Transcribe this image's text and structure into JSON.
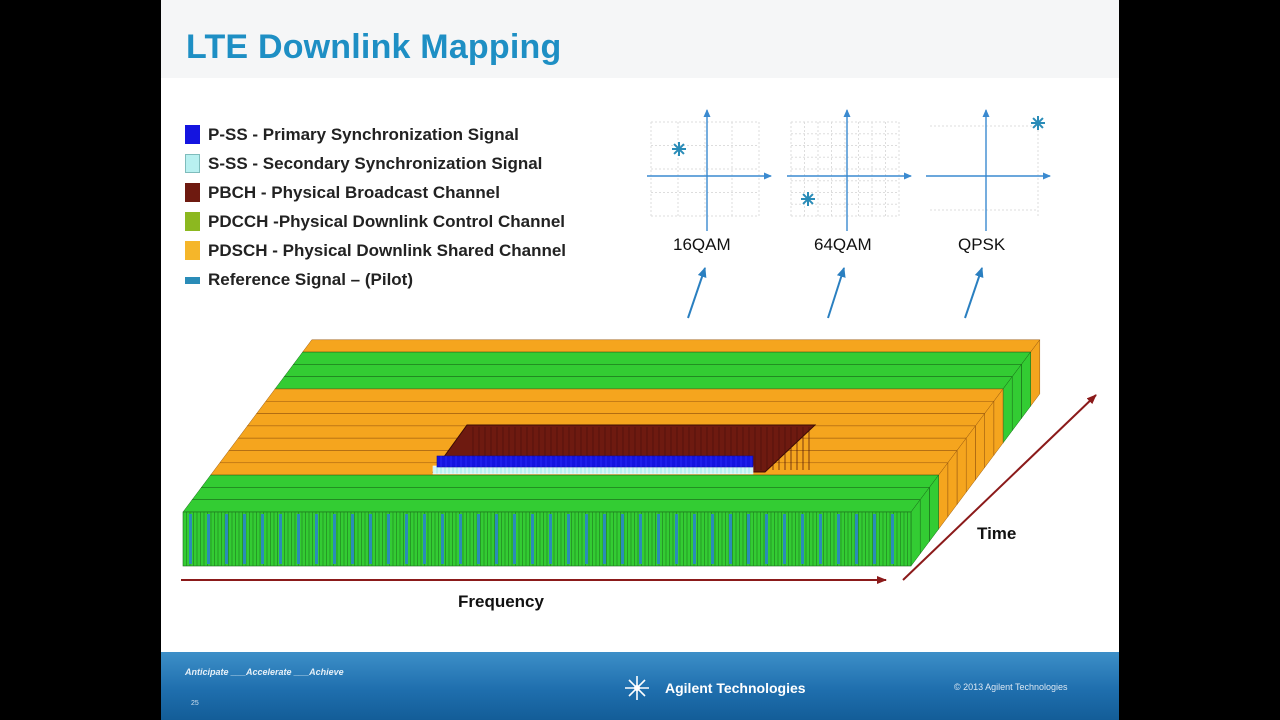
{
  "title": "LTE Downlink Mapping",
  "legend": [
    {
      "label": "P-SS - Primary Synchronization Signal",
      "color": "#1414e0",
      "style": "box"
    },
    {
      "label": "S-SS - Secondary Synchronization Signal",
      "color": "#b8f0f0",
      "style": "box"
    },
    {
      "label": "PBCH - Physical Broadcast Channel",
      "color": "#6e1a10",
      "style": "box"
    },
    {
      "label": "PDCCH -Physical Downlink Control Channel",
      "color": "#8cb820",
      "style": "box"
    },
    {
      "label": "PDSCH - Physical Downlink Shared Channel",
      "color": "#f5b62a",
      "style": "box"
    },
    {
      "label": "Reference Signal – (Pilot)",
      "color": "#2a8cb8",
      "style": "thin"
    }
  ],
  "constellations": [
    {
      "label": "16QAM"
    },
    {
      "label": "64QAM"
    },
    {
      "label": "QPSK"
    }
  ],
  "axes": {
    "frequency": "Frequency",
    "time": "Time"
  },
  "footer": {
    "tagline": "Anticipate ___Accelerate ___Achieve",
    "page": "25",
    "company": "Agilent Technologies",
    "copyright": "© 2013 Agilent Technologies"
  },
  "colors": {
    "title": "#1e8fc4",
    "pdsch": "#f5a51e",
    "pdcch": "#33cc33",
    "pbch": "#6e1a10",
    "pss": "#1414e0",
    "sss": "#b8f0f0",
    "pilot": "#2a8cb8",
    "arrow_frequency": "#8b1a1a",
    "arrow_constellation": "#2a7fc0"
  }
}
